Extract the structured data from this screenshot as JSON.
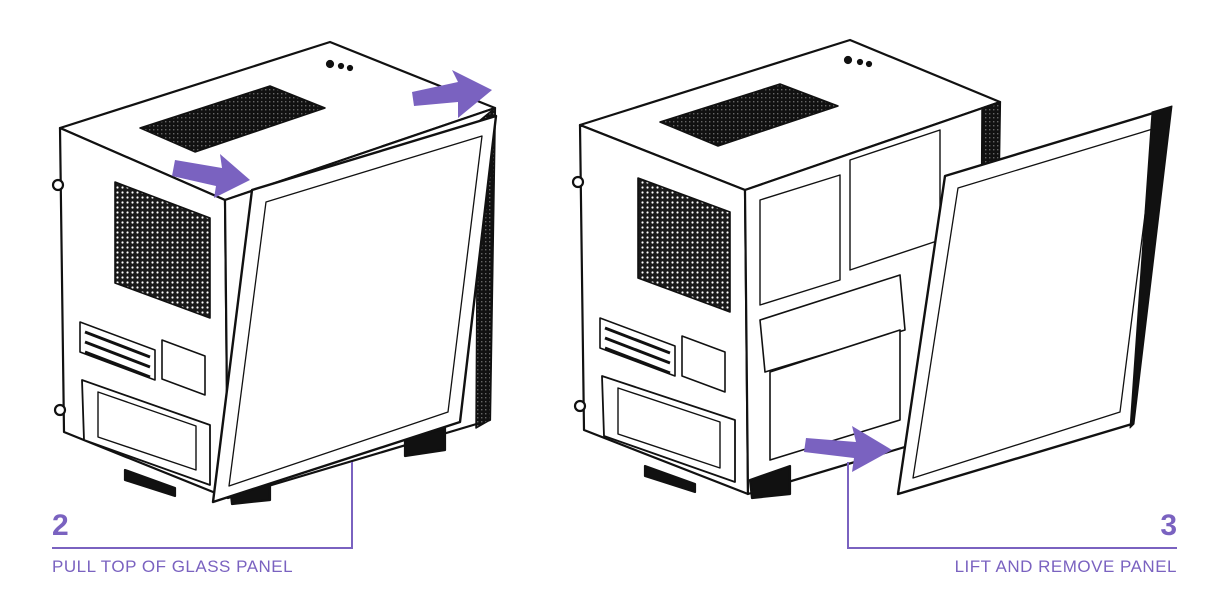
{
  "steps": [
    {
      "number": "2",
      "instruction": "PULL TOP OF GLASS PANEL"
    },
    {
      "number": "3",
      "instruction": "LIFT AND REMOVE PANEL"
    }
  ],
  "colors": {
    "accent": "#7a62c0",
    "line": "#111111",
    "fill": "#ffffff",
    "mesh": "#1a1a1a"
  },
  "icons": {
    "arrow": "pull-arrow-icon"
  }
}
